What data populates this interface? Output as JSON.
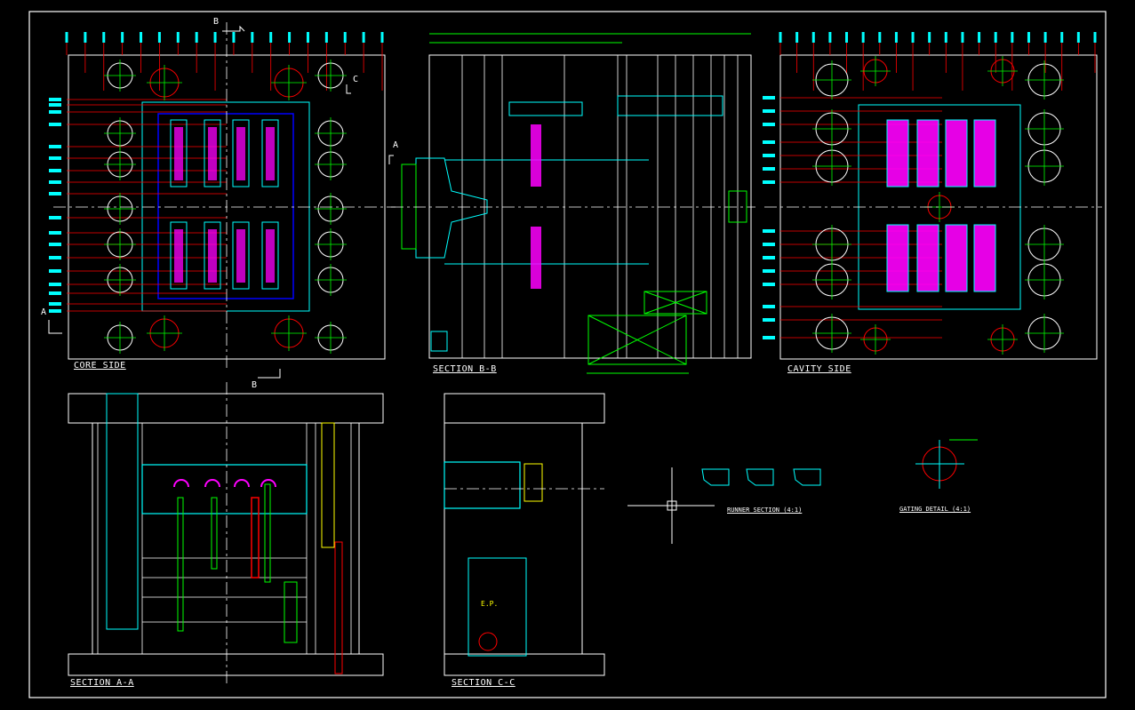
{
  "views": {
    "core_side": "CORE SIDE",
    "section_bb": "SECTION B-B",
    "cavity_side": "CAVITY SIDE",
    "section_aa": "SECTION A-A",
    "section_cc": "SECTION C-C",
    "runner_section": "RUNNER SECTION (4:1)",
    "gating_detail": "GATING DETAIL (4:1)"
  },
  "section_markers": {
    "b": "B",
    "a": "A",
    "c": "C"
  },
  "colors": {
    "background": "#000000",
    "border": "#ffffff",
    "cyan": "#00ffff",
    "red": "#ff0000",
    "green": "#00ff00",
    "yellow": "#ffff00",
    "magenta": "#ff00ff",
    "blue": "#0000ff"
  }
}
